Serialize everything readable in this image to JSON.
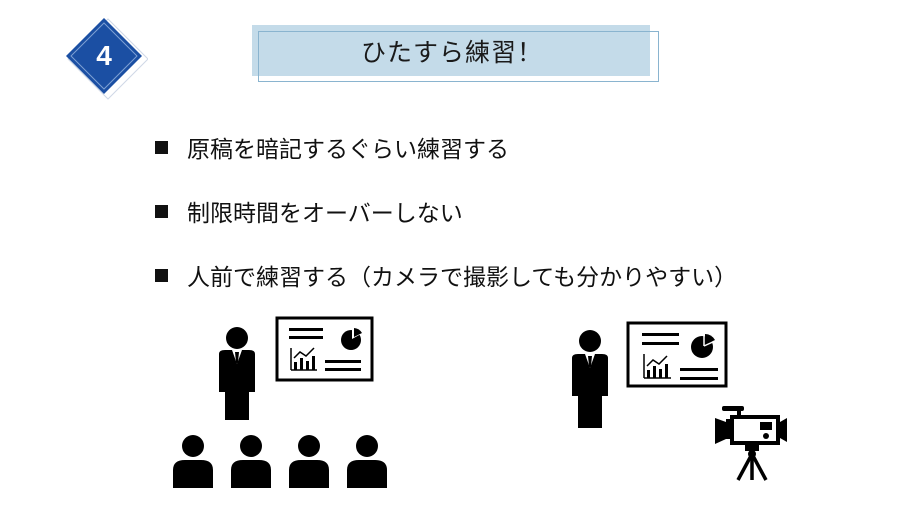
{
  "slide": {
    "badge": {
      "number": "4",
      "color": "#1b4fa3"
    },
    "title": {
      "text": "ひたすら練習！",
      "bg_color": "#c4dbe9",
      "frame_color": "#8ab4cf"
    },
    "bullets": [
      {
        "text": "原稿を暗記するぐらい練習する"
      },
      {
        "text": "制限時間をオーバーしない"
      },
      {
        "text": "人前で練習する（カメラで撮影しても分かりやすい）"
      }
    ],
    "illustrations": [
      {
        "name": "presenter-with-audience",
        "elements": [
          "presenter",
          "presentation-board",
          "audience-4"
        ]
      },
      {
        "name": "presenter-with-camera",
        "elements": [
          "presenter",
          "presentation-board",
          "video-camera-on-tripod"
        ]
      }
    ]
  }
}
